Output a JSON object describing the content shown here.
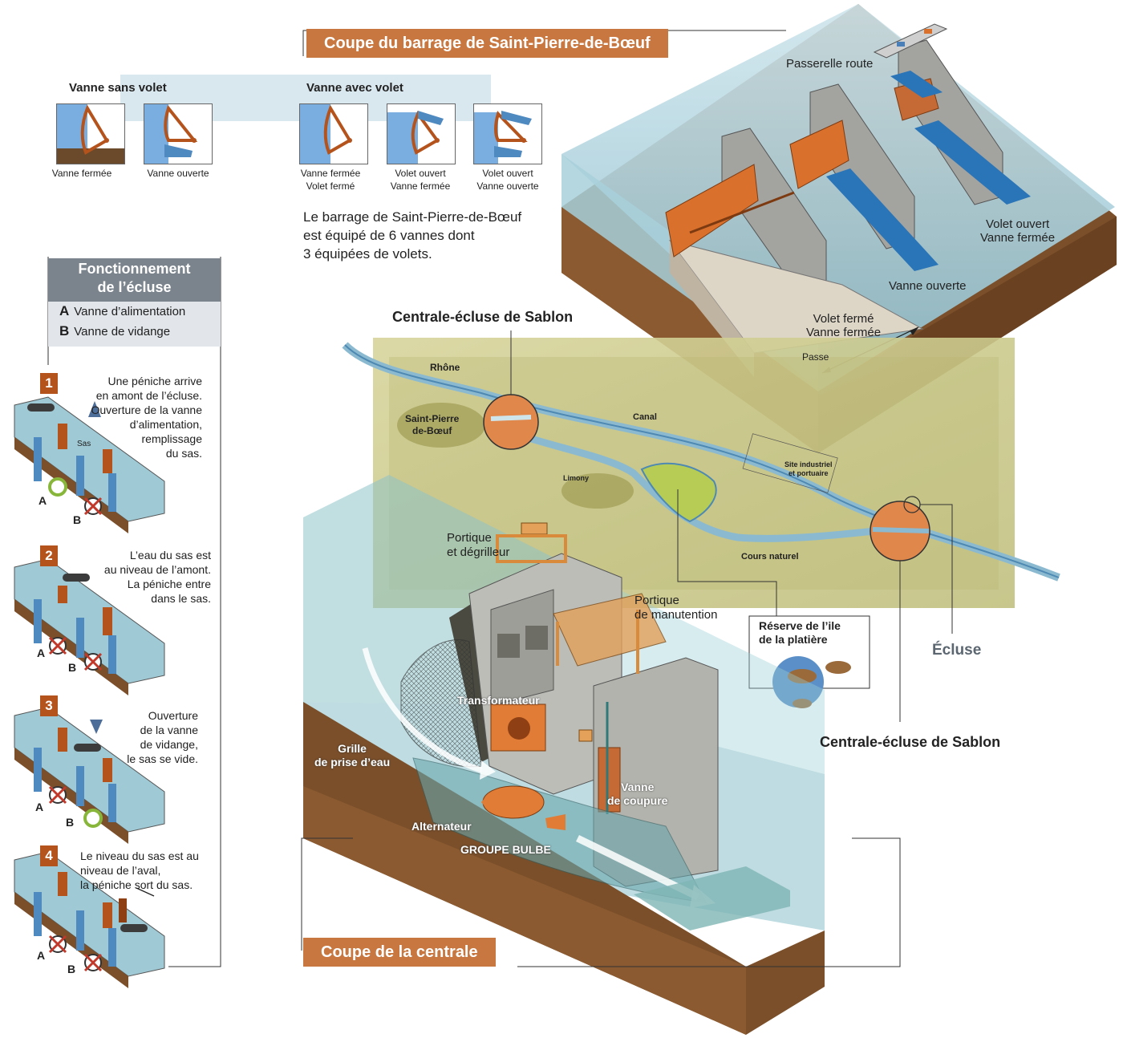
{
  "dam": {
    "title": "Coupe du barrage de Saint-Pierre-de-Bœuf",
    "road_bridge": "Passerelle route",
    "label_open_flap": "Volet ouvert\nVanne fermée",
    "label_open_gate": "Vanne ouverte",
    "label_closed_flap": "Volet fermé\nVanne fermée",
    "label_pass": "Passe",
    "description": "Le barrage de Saint-Pierre-de-Bœuf\nest équipé de 6  vannes dont\n3 équipées de volets."
  },
  "gates": {
    "header_without": "Vanne sans volet",
    "header_with": "Vanne avec volet",
    "items": [
      {
        "caption": "Vanne fermée"
      },
      {
        "caption": "Vanne ouverte"
      },
      {
        "caption": "Vanne fermée\nVolet fermé"
      },
      {
        "caption": "Volet ouvert\nVanne fermée"
      },
      {
        "caption": "Volet ouvert\nVanne ouverte"
      }
    ]
  },
  "lock": {
    "title": "Fonctionnement\nde l’écluse",
    "legend": [
      {
        "key": "A",
        "text": "Vanne d’alimentation"
      },
      {
        "key": "B",
        "text": "Vanne de vidange"
      }
    ],
    "sas_label": "Sas",
    "marker_a": "A",
    "marker_b": "B",
    "steps": [
      {
        "num": "1",
        "text": "Une péniche arrive\nen amont de l’écluse.\nOuverture de la vanne\nd’alimentation,\nremplissage\ndu sas."
      },
      {
        "num": "2",
        "text": "L’eau du sas est\nau niveau de l’amont.\nLa péniche entre\ndans le sas."
      },
      {
        "num": "3",
        "text": "Ouverture\nde la vanne\nde vidange,\nle sas se vide."
      },
      {
        "num": "4",
        "text": "Le niveau du sas est au\nniveau de l’aval,\nla péniche sort du sas."
      }
    ]
  },
  "map": {
    "title_top": "Centrale-écluse de Sablon",
    "title_bottom": "Centrale-écluse de Sablon",
    "rhone": "Rhône",
    "town": "Saint-Pierre\nde-Bœuf",
    "canal": "Canal",
    "limony": "Limony",
    "industrial": "Site industriel\net portuaire",
    "natural": "Cours naturel",
    "reserve": "Réserve de l’ile\nde la platière",
    "lock": "Écluse"
  },
  "plant": {
    "title": "Coupe de la centrale",
    "gantry_cleaner": "Portique\net dégrilleur",
    "gantry_handling": "Portique\nde manutention",
    "transformer": "Transformateur",
    "intake": "Grille\nde prise d’eau",
    "cutoff_gate": "Vanne\nde coupure",
    "alternator": "Alternateur",
    "bulb": "GROUPE BULBE"
  },
  "colors": {
    "accent_orange": "#c7773f",
    "step_red": "#b5531d",
    "water": "#9fcbd8",
    "panel_grey": "#7b848d",
    "map_green": "#c9c98e"
  }
}
